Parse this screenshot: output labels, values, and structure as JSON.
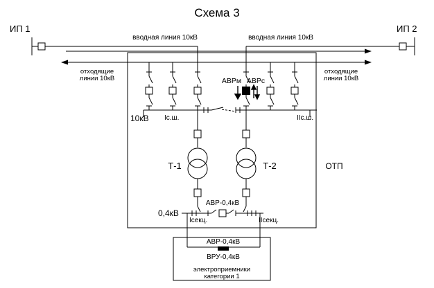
{
  "title": "Схема 3",
  "sources": {
    "left": "ИП 1",
    "right": "ИП 2"
  },
  "feeders": {
    "left": "вводная линия 10кВ",
    "right": "вводная линия 10кВ"
  },
  "outgoing": {
    "left": [
      "отходящие",
      "линии 10кВ"
    ],
    "right": [
      "отходящие",
      "линии 10кВ"
    ]
  },
  "avr": {
    "m": "АВРм",
    "c": "АВРс",
    "low": "АВР-0,4кВ"
  },
  "bus_hv": {
    "voltage": "10кВ",
    "sec1": "Iс.ш.",
    "sec2": "IIс.ш."
  },
  "transformers": {
    "t1": "Т-1",
    "t2": "Т-2"
  },
  "substation": "ОТП",
  "bus_lv": {
    "voltage": "0,4кВ",
    "sec1": "Iсекц.",
    "sec2": "IIсекц."
  },
  "vru": {
    "avr": "АВР-0,4кВ",
    "name": "ВРУ-0,4кВ",
    "consumers": [
      "электроприемники",
      "категории 1"
    ]
  }
}
